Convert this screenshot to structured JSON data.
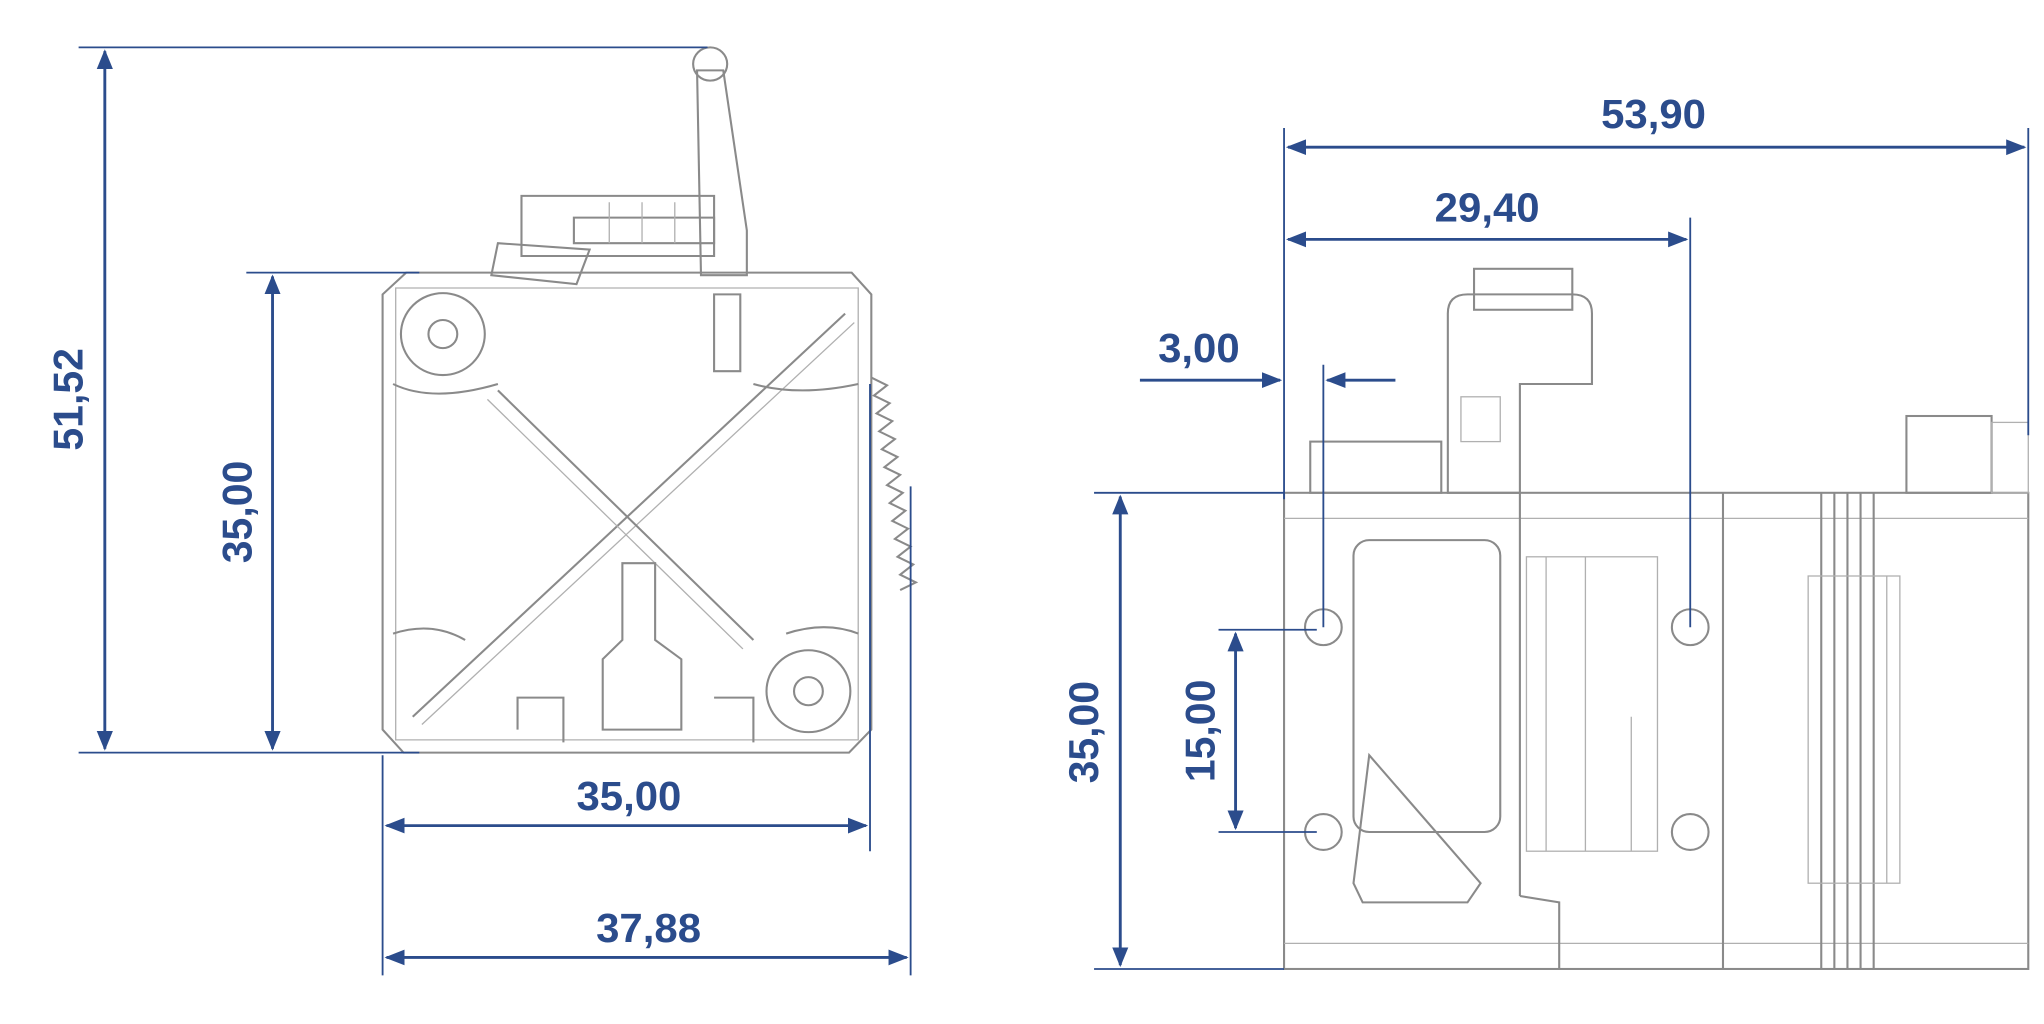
{
  "colors": {
    "dimension": "#2b4c8c",
    "outline": "#8a8a8a",
    "background": "#ffffff"
  },
  "front_view": {
    "overall_height": "51,52",
    "body_height": "35,00",
    "body_width": "35,00",
    "overall_width": "37,88"
  },
  "side_view": {
    "overall_length": "53,90",
    "hole_spacing_x": "29,40",
    "hole_offset": "3,00",
    "body_height": "35,00",
    "hole_spacing_y": "15,00"
  }
}
